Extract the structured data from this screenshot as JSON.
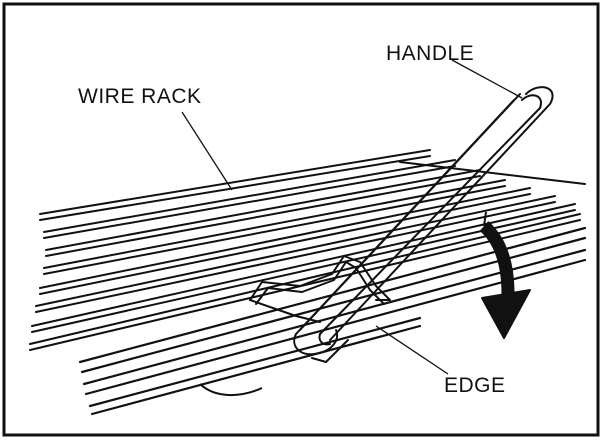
{
  "labels": {
    "handle": "HANDLE",
    "wire_rack": "WIRE RACK",
    "edge": "EDGE"
  },
  "colors": {
    "ink": "#111111",
    "border": "#111111",
    "background": "#ffffff"
  },
  "icons": {
    "arrow": "arrow-down-icon"
  }
}
